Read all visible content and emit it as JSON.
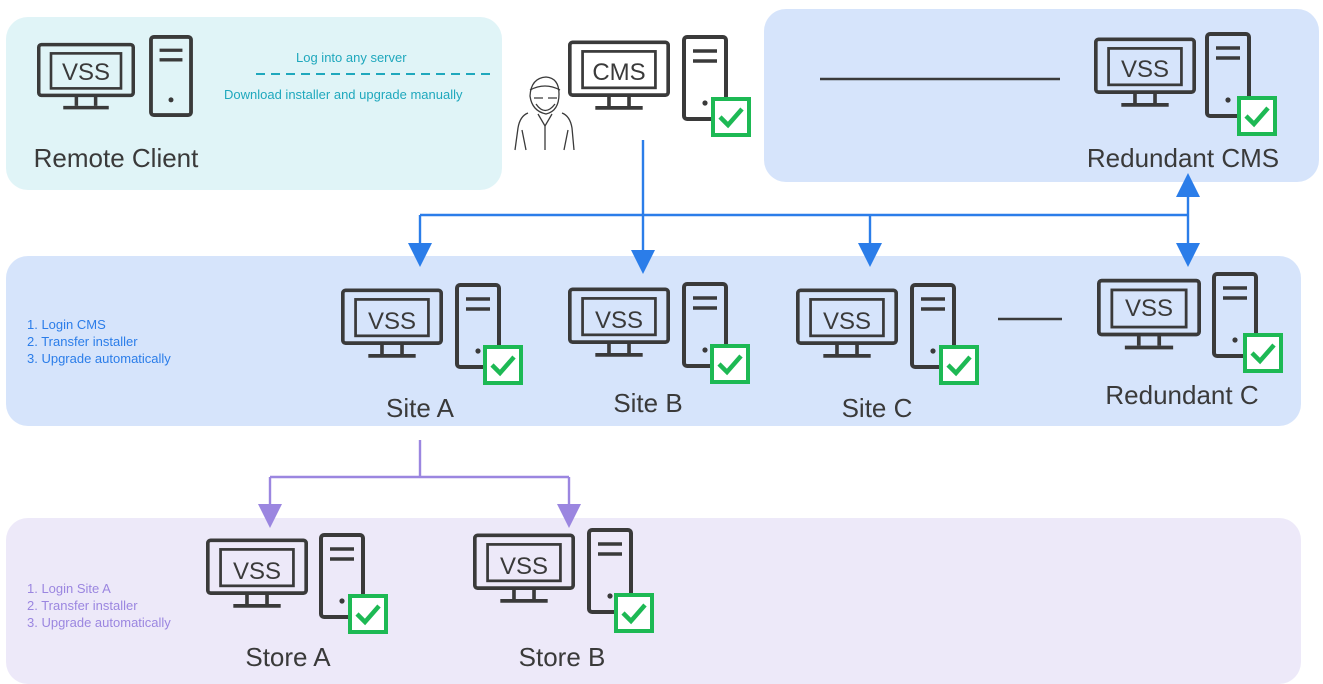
{
  "remote_client": {
    "monitor_text": "VSS",
    "label": "Remote Client",
    "link_top": "Log into any server",
    "link_bottom": "Download installer and upgrade manually"
  },
  "cms": {
    "monitor_text": "CMS"
  },
  "redundant_cms": {
    "monitor_text": "VSS",
    "label": "Redundant CMS"
  },
  "sites": {
    "steps": [
      "1. Login CMS",
      "2. Transfer installer",
      "3. Upgrade automatically"
    ],
    "items": [
      {
        "monitor_text": "VSS",
        "label": "Site A"
      },
      {
        "monitor_text": "VSS",
        "label": "Site B"
      },
      {
        "monitor_text": "VSS",
        "label": "Site C"
      },
      {
        "monitor_text": "VSS",
        "label": "Redundant C"
      }
    ]
  },
  "stores": {
    "steps": [
      "1. Login Site A",
      "2. Transfer installer",
      "3. Upgrade automatically"
    ],
    "items": [
      {
        "monitor_text": "VSS",
        "label": "Store A"
      },
      {
        "monitor_text": "VSS",
        "label": "Store B"
      }
    ]
  },
  "colors": {
    "blue_link": "#2b7de9",
    "purple_link": "#9b86e0",
    "teal_link": "#1fa8bd",
    "check_green": "#1db954",
    "icon_gray": "#3a3a3a"
  }
}
